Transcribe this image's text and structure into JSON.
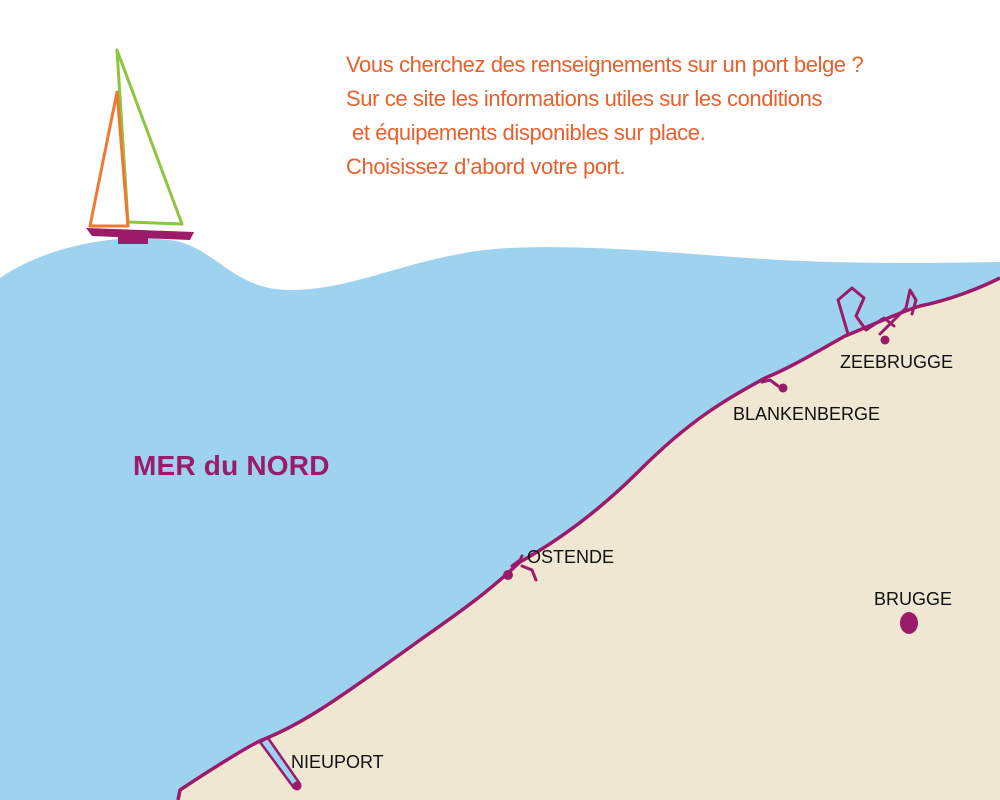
{
  "intro": {
    "lines": [
      "Vous cherchez des renseignements sur un port belge ?",
      "Sur ce site les informations utiles sur les conditions",
      "et équipements disponibles sur place.",
      "Choisissez  d’abord votre port."
    ]
  },
  "sea": {
    "label": "MER du NORD"
  },
  "ports": [
    {
      "id": "zeebrugge",
      "label": "ZEEBRUGGE"
    },
    {
      "id": "blankenberge",
      "label": "BLANKENBERGE"
    },
    {
      "id": "ostende",
      "label": "OSTENDE"
    },
    {
      "id": "nieuport",
      "label": "NIEUPORT"
    }
  ],
  "cities": [
    {
      "id": "brugge",
      "label": "BRUGGE"
    }
  ],
  "colors": {
    "sea": "#9dd3ef",
    "land": "#efe7d2",
    "coastline": "#9b1b6a",
    "intro_text": "#e8602c",
    "sea_label": "#9b1b6a",
    "sail_green": "#8cc63f",
    "sail_orange": "#f07832",
    "hull": "#9b1b6a"
  },
  "icons": {
    "boat": "sailboat-icon",
    "port_marker": "port-dot",
    "city_marker": "city-dot"
  }
}
